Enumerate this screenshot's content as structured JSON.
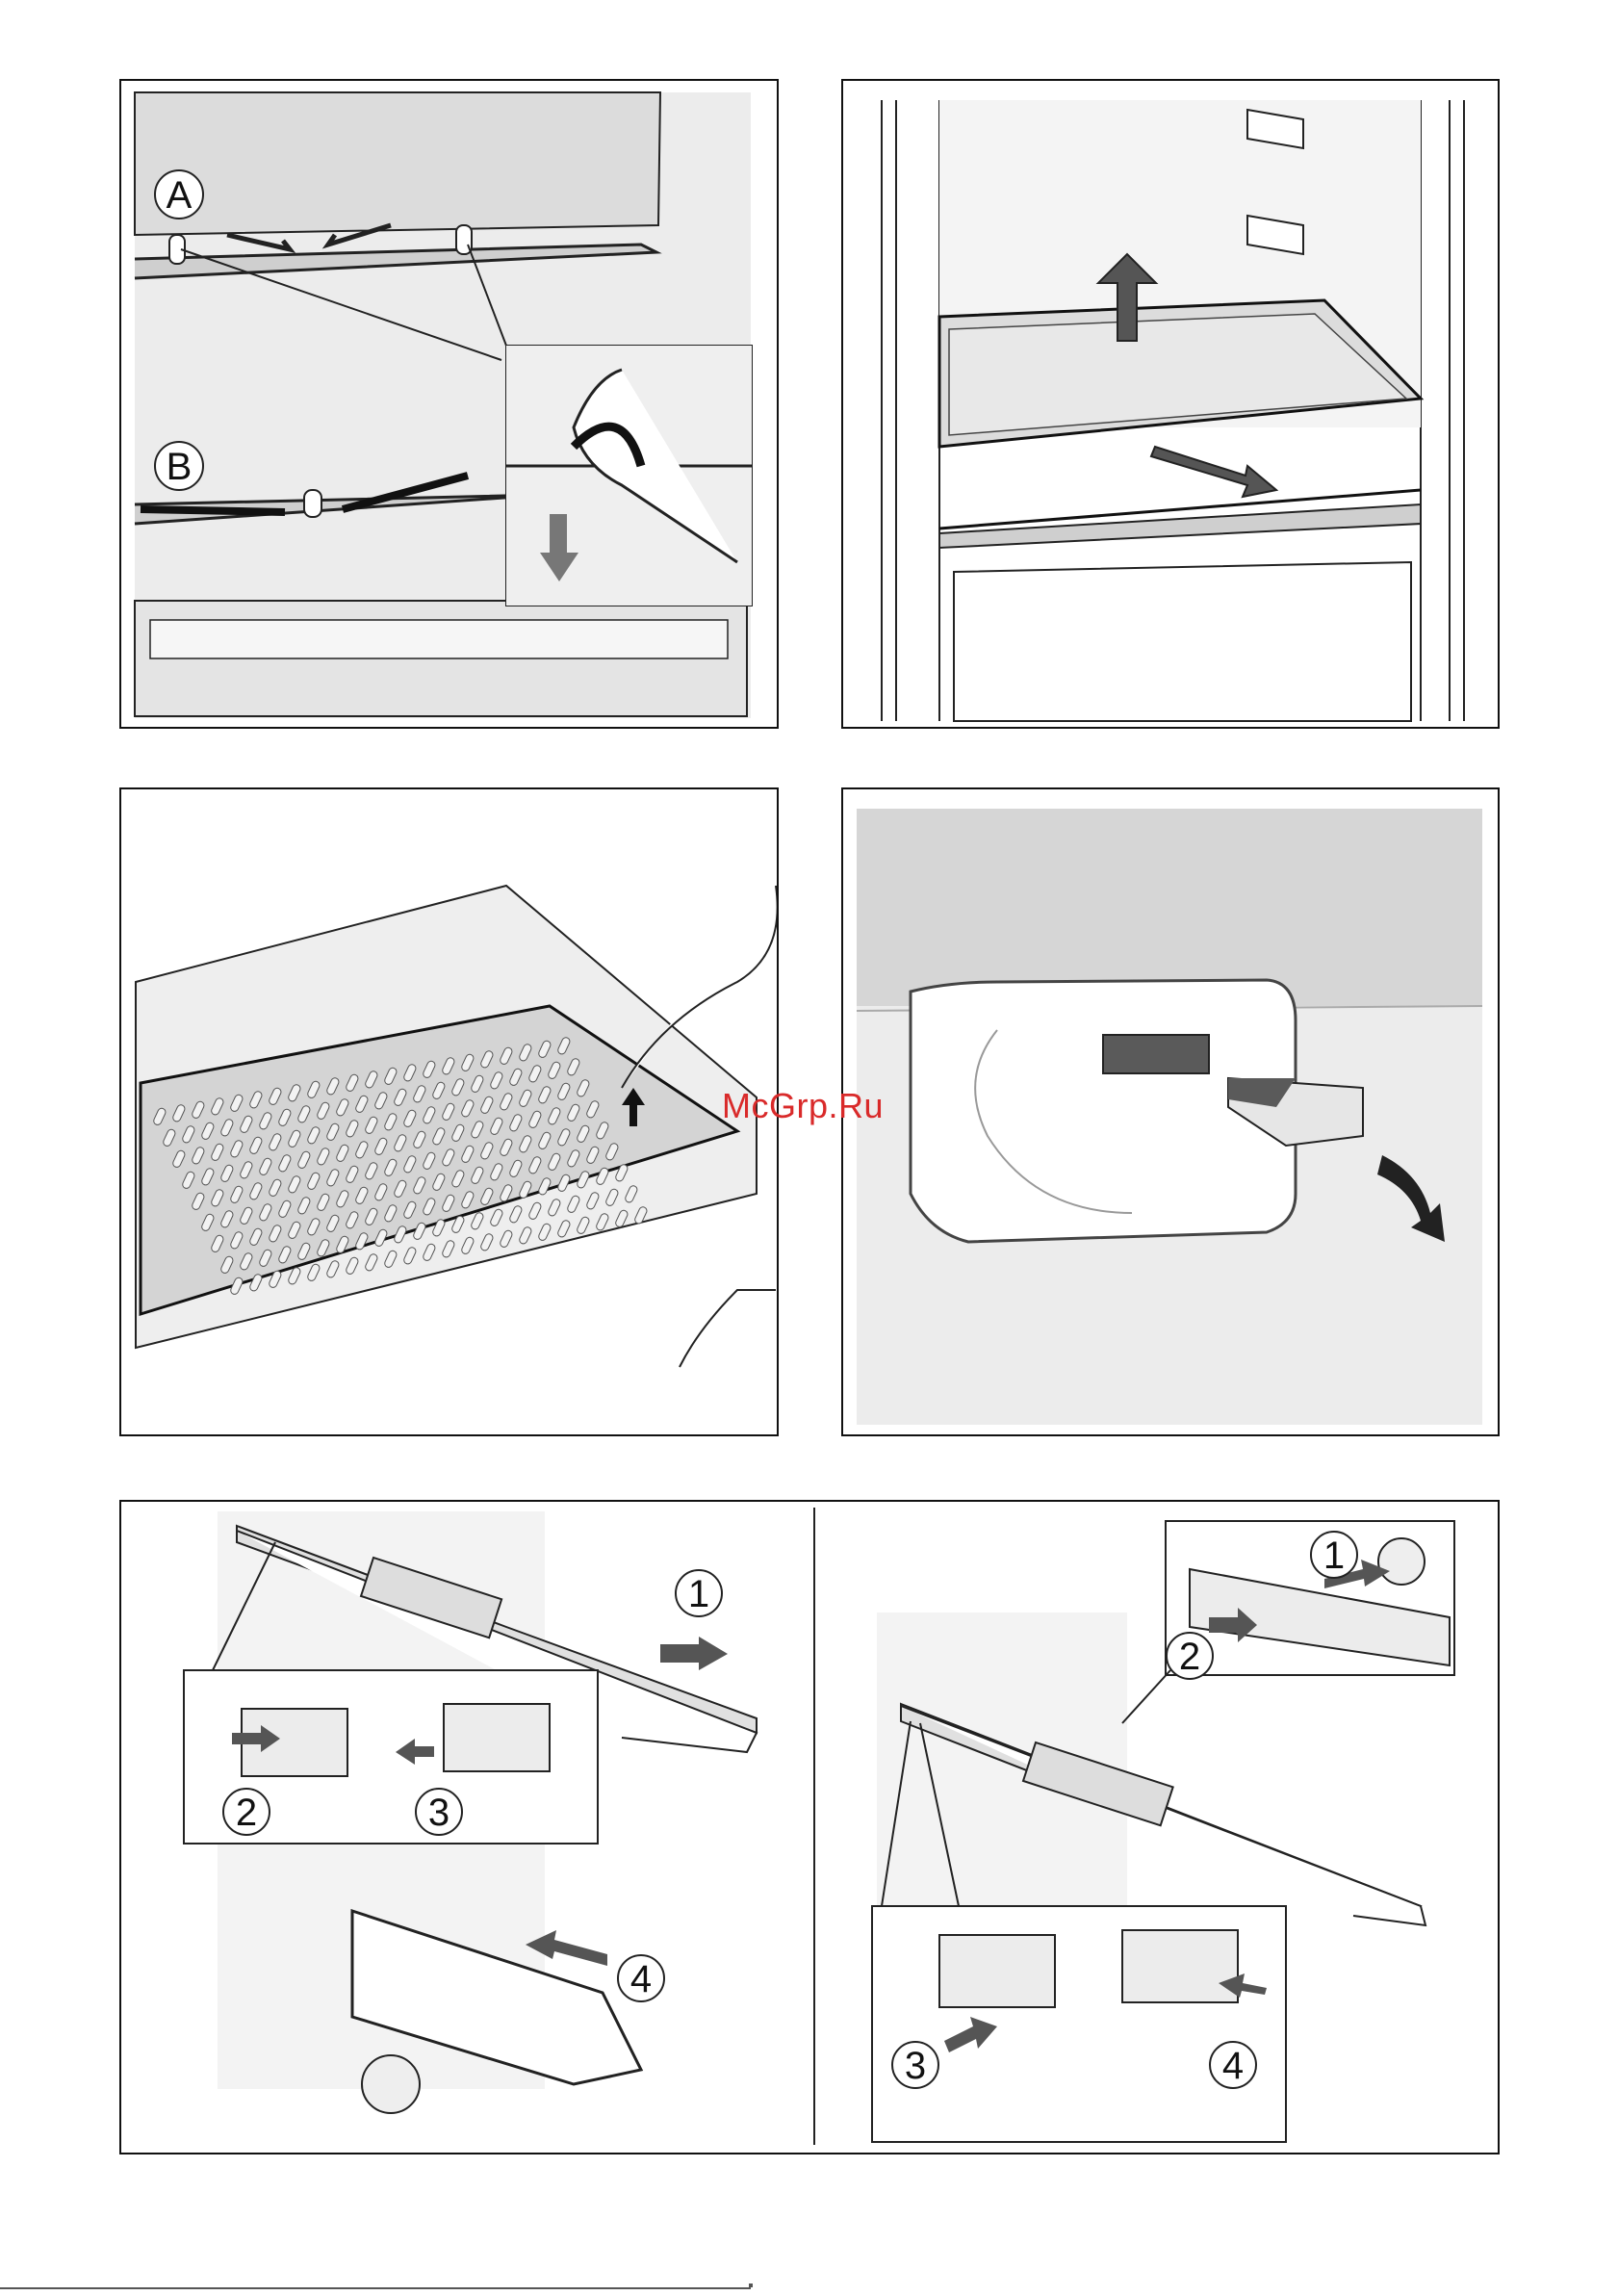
{
  "watermark": "McGrp.Ru",
  "colors": {
    "line": "#111111",
    "light_gray": "#e9e9e9",
    "mid_gray": "#cfcfcf",
    "dark_gray": "#5a5a5a",
    "wall_gray": "#d9d9d9",
    "watermark": "#d92a2a"
  },
  "panel_shelf_pins": {
    "label_a": "A",
    "label_b": "B"
  },
  "panel_rail": {
    "left": {
      "step1": "1",
      "step2": "2",
      "step3": "3",
      "step4": "4"
    },
    "right": {
      "step1": "1",
      "step2": "2",
      "step3": "3",
      "step4": "4"
    }
  },
  "icons": [
    "arrow-icon",
    "hand-icon",
    "circled-number-icon"
  ]
}
